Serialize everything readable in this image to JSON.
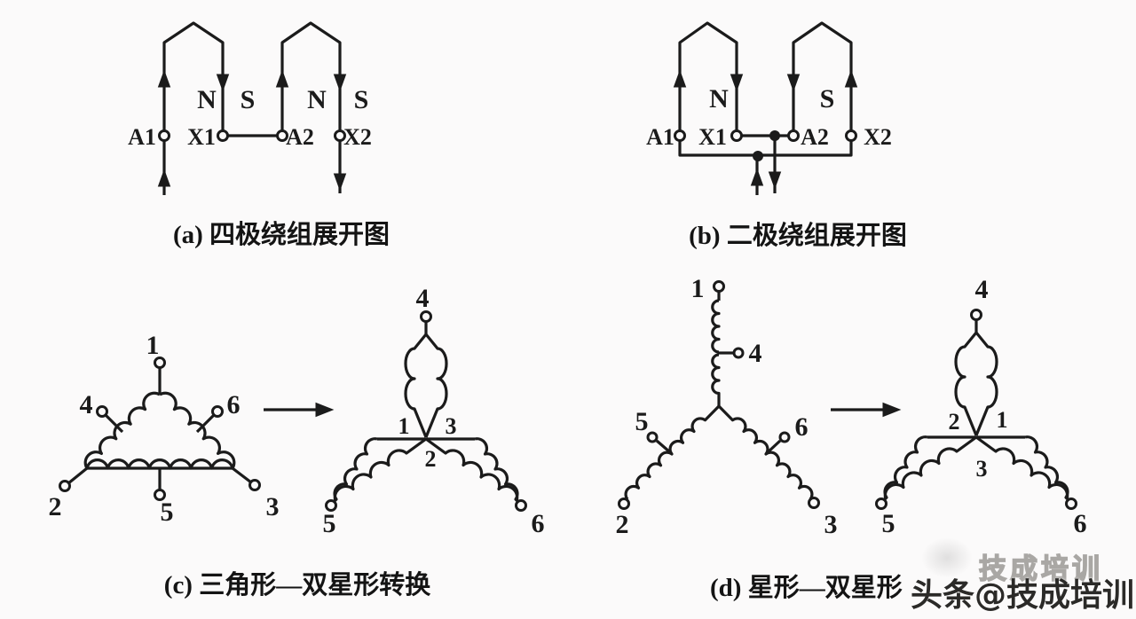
{
  "palette": {
    "ink": "#1b1b1b",
    "background": "#fbfafa"
  },
  "diagram_a": {
    "caption": "(a) 四极绕组展开图",
    "terminals": {
      "a1": "A1",
      "x1": "X1",
      "a2": "A2",
      "x2": "X2"
    },
    "poles": {
      "n1": "N",
      "s1": "S",
      "n2": "N",
      "s2": "S"
    }
  },
  "diagram_b": {
    "caption": "(b) 二极绕组展开图",
    "terminals": {
      "a1": "A1",
      "x1": "X1",
      "a2": "A2",
      "x2": "X2"
    },
    "poles": {
      "n": "N",
      "s": "S"
    }
  },
  "diagram_c": {
    "caption": "(c) 三角形—双星形转换",
    "delta": {
      "t1": "1",
      "t2": "2",
      "t3": "3",
      "t4": "4",
      "t5": "5",
      "t6": "6"
    },
    "double_star": {
      "t4": "4",
      "t5": "5",
      "t6": "6",
      "n1": "1",
      "n2": "2",
      "n3": "3"
    }
  },
  "diagram_d": {
    "caption": "(d) 星形—双星形",
    "star": {
      "t1": "1",
      "t2": "2",
      "t3": "3",
      "t4": "4",
      "t5": "5",
      "t6": "6"
    },
    "double_star": {
      "t4": "4",
      "t5": "5",
      "t6": "6",
      "n1": "1",
      "n2": "2",
      "n3": "3"
    }
  },
  "watermark": {
    "ghost_text": "技成培训",
    "main_text": "头条@技成培训"
  }
}
